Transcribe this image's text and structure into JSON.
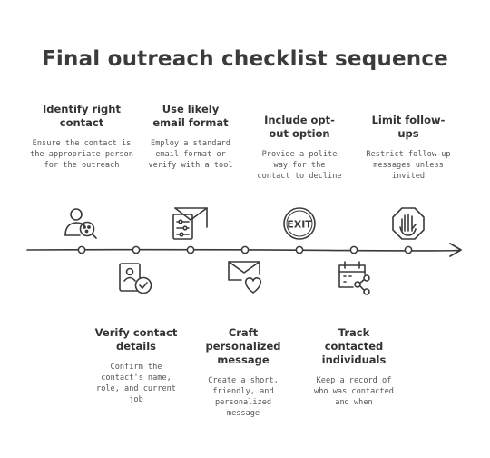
{
  "title": "Final outreach checklist sequence",
  "steps_top": [
    {
      "heading": "Identify right contact",
      "desc": "Ensure the contact is the appropriate person for the outreach",
      "icon": "person-search-icon"
    },
    {
      "heading": "Use likely email format",
      "desc": "Employ a standard email format or verify with a tool",
      "icon": "email-settings-icon"
    },
    {
      "heading": "Include opt-out option",
      "desc": "Provide a polite way for the contact to decline",
      "icon": "exit-sign-icon"
    },
    {
      "heading": "Limit follow-ups",
      "desc": "Restrict follow-up messages unless invited",
      "icon": "stop-hand-icon"
    }
  ],
  "steps_bottom": [
    {
      "heading": "Verify contact details",
      "desc": "Confirm the contact's name, role, and current job",
      "icon": "id-check-icon"
    },
    {
      "heading": "Craft personalized message",
      "desc": "Create a short, friendly, and personalized message",
      "icon": "mail-heart-icon"
    },
    {
      "heading": "Track contacted individuals",
      "desc": "Keep a record of who was contacted and when",
      "icon": "calendar-share-icon"
    }
  ],
  "icons": {
    "exit_text": "EXIT"
  },
  "colors": {
    "line": "#3a3a3a",
    "text": "#333333"
  }
}
